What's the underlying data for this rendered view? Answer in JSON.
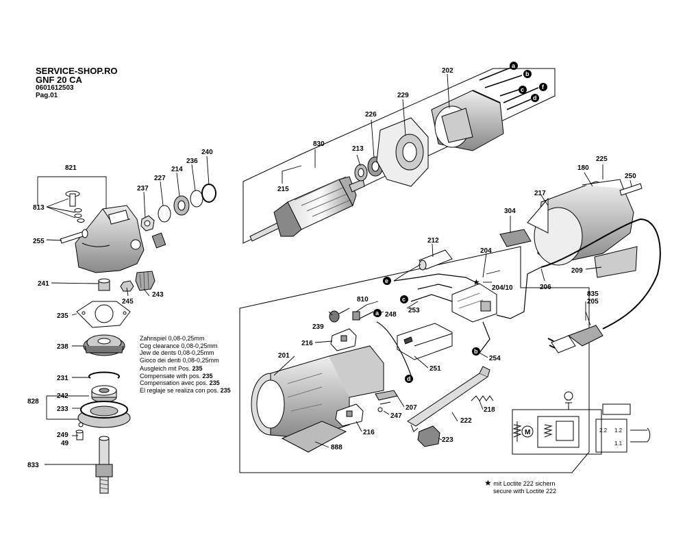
{
  "header": {
    "shop": "SERVICE-SHOP.RO",
    "model": "GNF 20 CA",
    "part_number": "0601612503",
    "page": "Pag.01"
  },
  "notes": {
    "clearance": [
      "Zahnspiel 0,08-0,25mm",
      "Cog clearance 0,08-0,25mm",
      "Jew de dents 0,08-0,25mm",
      "Gioco dei denti 0,08-0,25mm"
    ],
    "compensation": [
      {
        "text": "Ausgleich mit Pos. ",
        "pos": "235"
      },
      {
        "text": "Compensate with pos. ",
        "pos": "235"
      },
      {
        "text": "Compensation avec pos. ",
        "pos": "235"
      },
      {
        "text": "El reglaje se realiza con pos. ",
        "pos": "235"
      }
    ],
    "loctite_star": "★",
    "loctite": [
      "mit Loctite 222 sichern",
      "secure with Loctite 222"
    ]
  },
  "labels": {
    "l821": "821",
    "l813": "813",
    "l255": "255",
    "l237": "237",
    "l227": "227",
    "l214": "214",
    "l236": "236",
    "l240": "240",
    "l241": "241",
    "l245": "245",
    "l243": "243",
    "l235": "235",
    "l238": "238",
    "l231": "231",
    "l828": "828",
    "l242": "242",
    "l233": "233",
    "l249": "249",
    "l49": "49",
    "l833": "833",
    "l830": "830",
    "l215": "215",
    "l213": "213",
    "l226": "226",
    "l229": "229",
    "l202": "202",
    "l225": "225",
    "l180": "180",
    "l250": "250",
    "l217": "217",
    "l304": "304",
    "l209": "209",
    "l206": "206",
    "l212": "212",
    "l204": "204",
    "l204_10": "204/10",
    "l810": "810",
    "l239": "239",
    "l248": "248",
    "l253": "253",
    "l216a": "216",
    "l201": "201",
    "l251": "251",
    "l254": "254",
    "l835": "835",
    "l205": "205",
    "l207": "207",
    "l247": "247",
    "l218": "218",
    "l222": "222",
    "l216b": "216",
    "l223": "223",
    "l888": "888"
  },
  "wire_markers": [
    "a",
    "b",
    "c",
    "f",
    "d",
    "a",
    "e",
    "c",
    "d",
    "b"
  ],
  "schematic": {
    "s22": "2.2",
    "s12": "1.2",
    "s11": "1.1",
    "motor": "M"
  }
}
